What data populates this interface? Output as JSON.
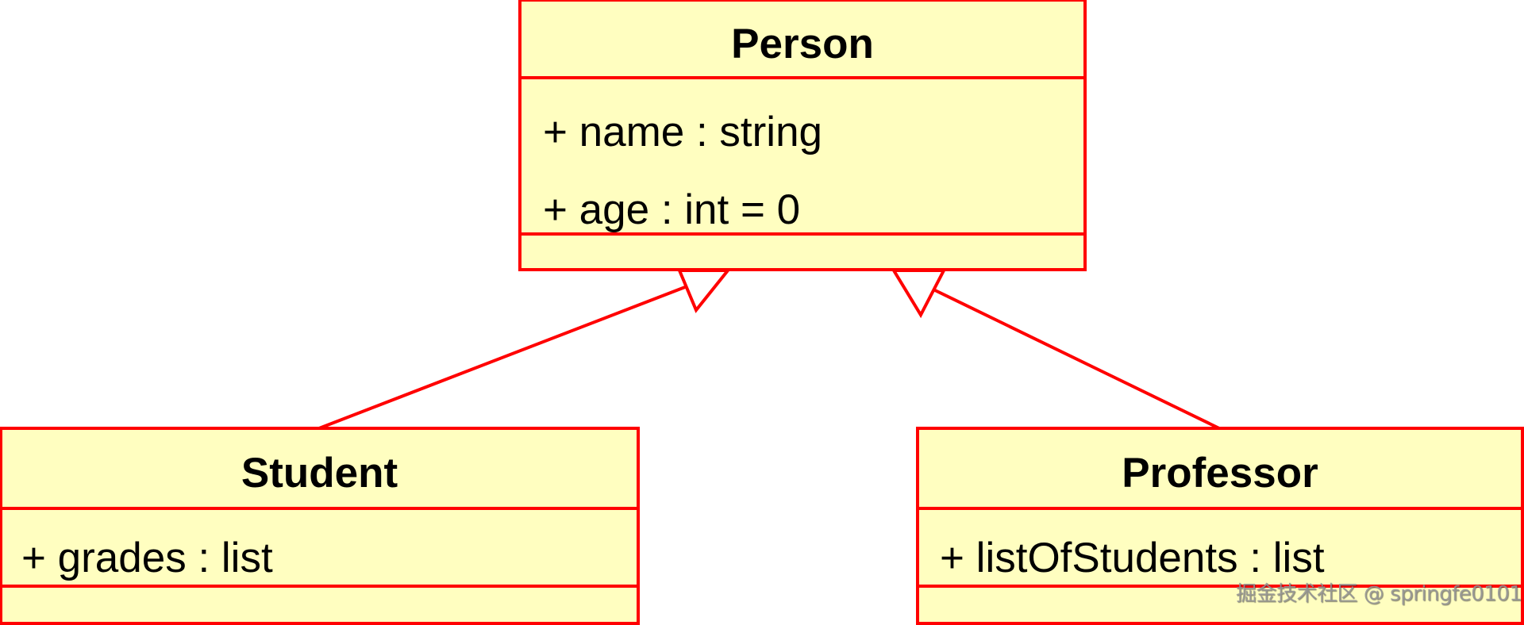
{
  "diagram": {
    "type": "UML class diagram",
    "colors": {
      "border": "#ff0000",
      "fill": "#fffec0",
      "text": "#000000",
      "background": "#ffffff"
    },
    "classes": [
      {
        "id": "person",
        "name": "Person",
        "attributes": [
          "+ name : string",
          "+ age : int = 0"
        ],
        "operations": []
      },
      {
        "id": "student",
        "name": "Student",
        "attributes": [
          "+ grades : list"
        ],
        "operations": []
      },
      {
        "id": "professor",
        "name": "Professor",
        "attributes": [
          "+ listOfStudents : list"
        ],
        "operations": []
      }
    ],
    "relationships": [
      {
        "type": "generalization",
        "from": "Student",
        "to": "Person"
      },
      {
        "type": "generalization",
        "from": "Professor",
        "to": "Person"
      }
    ]
  },
  "watermark": "掘金技术社区 @ springfe0101"
}
